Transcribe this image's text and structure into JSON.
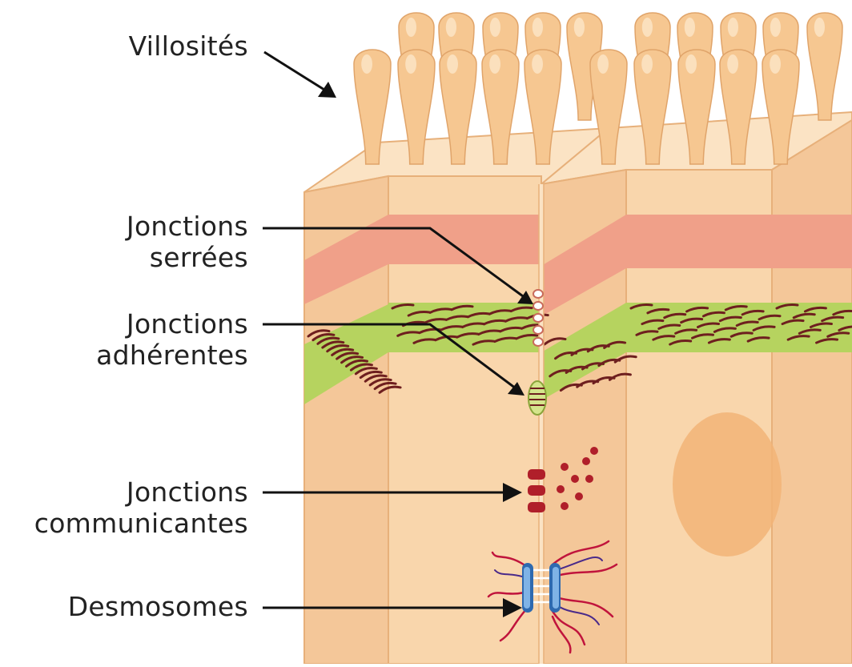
{
  "labels": {
    "villosites": "Villosités",
    "serrees_1": "Jonctions",
    "serrees_2": "serrées",
    "adherentes_1": "Jonctions",
    "adherentes_2": "adhérentes",
    "communicantes_1": "Jonctions",
    "communicantes_2": "communicantes",
    "desmosomes": "Desmosomes"
  },
  "colors": {
    "cell_front": "#f9d6ac",
    "cell_side": "#f4c799",
    "cell_top": "#fbe3c4",
    "cell_edge": "#e7b07a",
    "villus": "#f6c791",
    "tight_band": "#f0a089",
    "adherens_band": "#b6d35f",
    "filament": "#6e1f1f",
    "gap": "#b01f2a",
    "nucleus": "#f2b477",
    "desmosome_blue": "#2e6ab0",
    "desmosome_red": "#c0143c",
    "arrow": "#111111"
  }
}
